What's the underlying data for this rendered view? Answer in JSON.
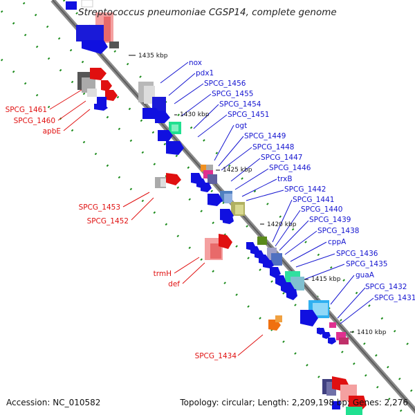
{
  "title": "Streptococcus pneumoniae CGSP14, complete genome",
  "footer": {
    "accession": "Accession: NC_010582",
    "topology": "Topology: circular; Length: 2,209,198 bp; Genes: 2,276"
  },
  "ticks": [
    {
      "label": "1435 kbp",
      "kbp": 1435
    },
    {
      "label": "1430 kbp",
      "kbp": 1430
    },
    {
      "label": "1425 kbp",
      "kbp": 1425
    },
    {
      "label": "1420 kbp",
      "kbp": 1420
    },
    {
      "label": "1415 kbp",
      "kbp": 1415
    },
    {
      "label": "1410 kbp",
      "kbp": 1410
    }
  ],
  "genes_right": [
    {
      "label": "nox"
    },
    {
      "label": "pdx1"
    },
    {
      "label": "SPCG_1456"
    },
    {
      "label": "SPCG_1455"
    },
    {
      "label": "SPCG_1454"
    },
    {
      "label": "SPCG_1451"
    },
    {
      "label": "ogt"
    },
    {
      "label": "SPCG_1449"
    },
    {
      "label": "SPCG_1448"
    },
    {
      "label": "SPCG_1447"
    },
    {
      "label": "SPCG_1446"
    },
    {
      "label": "trxB"
    },
    {
      "label": "SPCG_1442"
    },
    {
      "label": "SPCG_1441"
    },
    {
      "label": "SPCG_1440"
    },
    {
      "label": "SPCG_1439"
    },
    {
      "label": "SPCG_1438"
    },
    {
      "label": "cppA"
    },
    {
      "label": "SPCG_1436"
    },
    {
      "label": "SPCG_1435"
    },
    {
      "label": "guaA"
    },
    {
      "label": "SPCG_1432"
    },
    {
      "label": "SPCG_1431"
    }
  ],
  "genes_left": [
    {
      "label": "SPCG_1461"
    },
    {
      "label": "SPCG_1460"
    },
    {
      "label": "apbE"
    },
    {
      "label": "SPCG_1453"
    },
    {
      "label": "SPCG_1452"
    },
    {
      "label": "trmH"
    },
    {
      "label": "def"
    },
    {
      "label": "SPCG_1434"
    }
  ],
  "colors": {
    "backbone": "#8a8a8a",
    "forward_strand_label": "#1515d0",
    "reverse_strand_label": "#e01010",
    "gc_dots": "#1a8a1a"
  }
}
